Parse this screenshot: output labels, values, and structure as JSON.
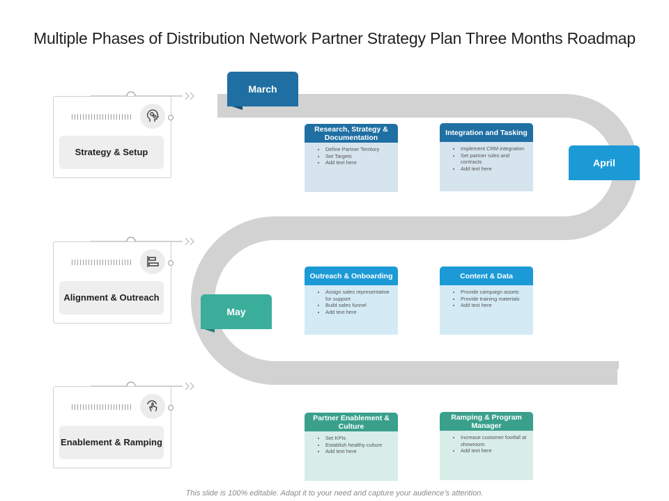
{
  "title": "Multiple Phases of Distribution Network Partner Strategy Plan Three Months Roadmap",
  "colors": {
    "march": "#1f6fa3",
    "april": "#1c9ad6",
    "may": "#3aae9a",
    "track": "#d2d2d2",
    "card_blue_head": "#1f6fa3",
    "card_blue_body": "#d6e4ee",
    "card_sky_head": "#1c9ad6",
    "card_sky_body": "#d4ebf6",
    "card_teal_head": "#3aa08c",
    "card_teal_body": "#d8ede8"
  },
  "phases": [
    {
      "label": "Strategy & Setup",
      "icon": "head-gears-icon"
    },
    {
      "label": "Alignment & Outreach",
      "icon": "align-bars-icon"
    },
    {
      "label": "Enablement & Ramping",
      "icon": "hand-touch-icon"
    }
  ],
  "months": [
    {
      "label": "March"
    },
    {
      "label": "April"
    },
    {
      "label": "May"
    }
  ],
  "cards": [
    {
      "title": "Research, Strategy & Documentation",
      "bullets": [
        "Define Partner Territory",
        "Set Targets",
        "Add text here"
      ]
    },
    {
      "title": "Integration and Tasking",
      "bullets": [
        "Implement CRM integration",
        "Set partner rules and contracts",
        "Add text here"
      ]
    },
    {
      "title": "Outreach & Onboarding",
      "bullets": [
        "Assign sales representative for support",
        "Build sales funnel",
        "Add text here"
      ]
    },
    {
      "title": "Content & Data",
      "bullets": [
        "Provide campaign assets",
        "Provide training materials",
        "Add text here"
      ]
    },
    {
      "title": "Partner Enablement & Culture",
      "bullets": [
        "Set KPIs",
        "Establish healthy culture",
        "Add text here"
      ]
    },
    {
      "title": "Ramping & Program Manager",
      "bullets": [
        "Increase customer footfall at showroom",
        "Add text here"
      ]
    }
  ],
  "footer": "This slide is 100% editable. Adapt it to your need and capture your audience’s attention."
}
